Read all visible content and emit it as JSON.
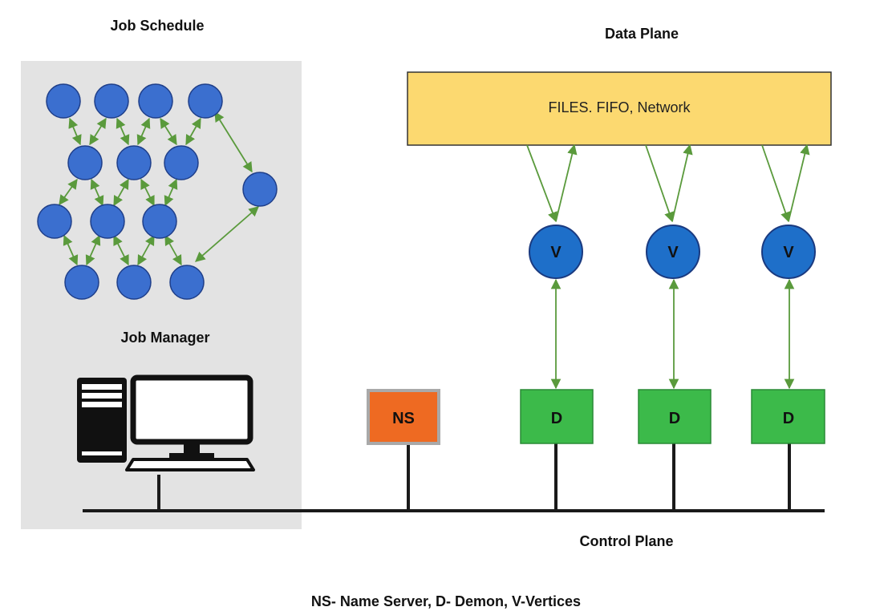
{
  "labels": {
    "job_schedule": "Job Schedule",
    "data_plane": "Data Plane",
    "job_manager": "Job Manager",
    "control_plane": "Control Plane",
    "legend": "NS- Name Server, D- Demon, V-Vertices"
  },
  "data_store": {
    "label": "FILES. FIFO, Network"
  },
  "name_server": {
    "label": "NS"
  },
  "vertices": [
    {
      "label": "V"
    },
    {
      "label": "V"
    },
    {
      "label": "V"
    }
  ],
  "daemons": [
    {
      "label": "D"
    },
    {
      "label": "D"
    },
    {
      "label": "D"
    }
  ],
  "colors": {
    "panel": "#e3e3e3",
    "node": "#3b6fcf",
    "node_stroke": "#1f3f8a",
    "arrow": "#5a9a3c",
    "data_store": "#fcd970",
    "name_server": "#ee6a22",
    "daemon": "#3cba4a",
    "bus": "#1a1a1a"
  }
}
